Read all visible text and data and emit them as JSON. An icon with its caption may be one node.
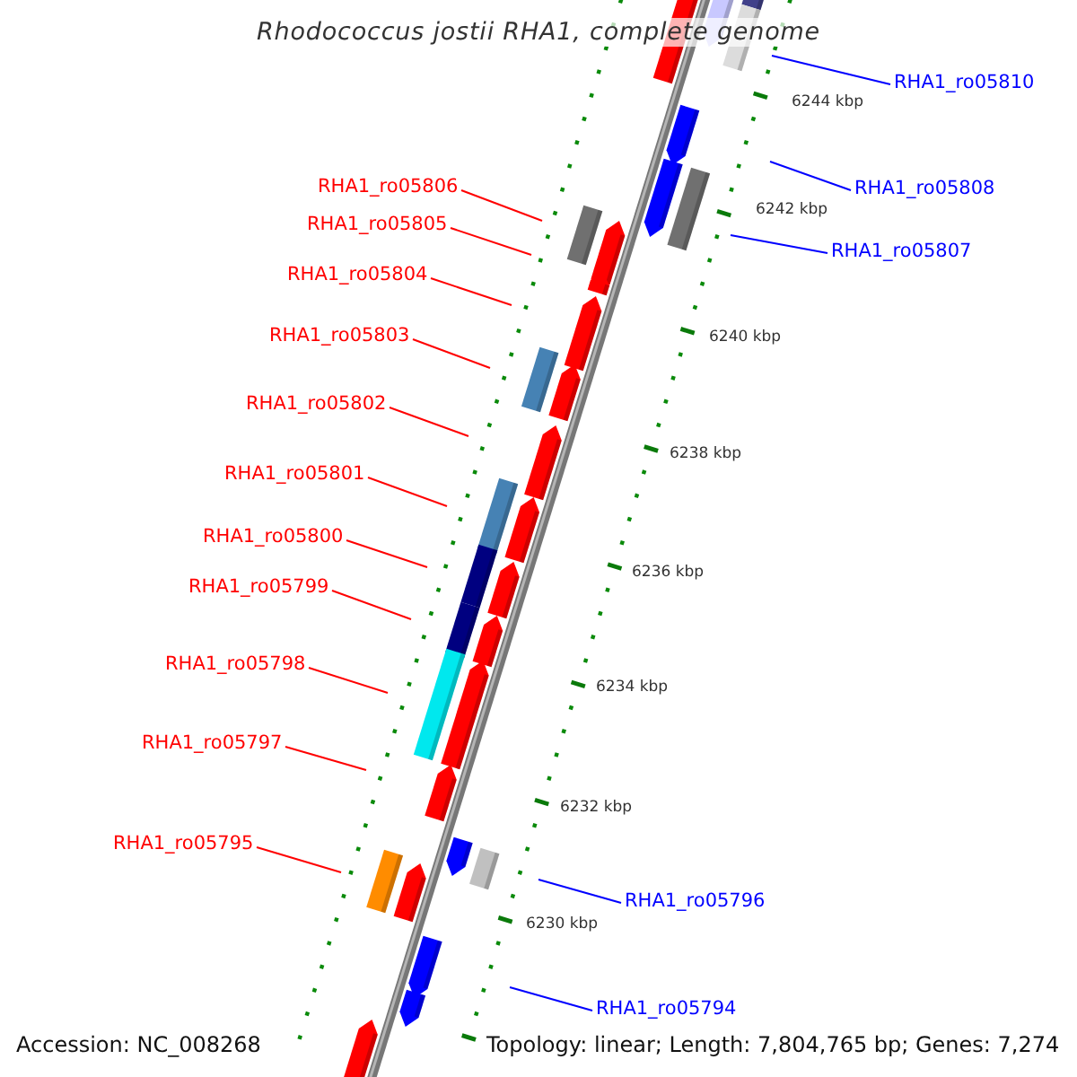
{
  "diagram": {
    "title": "Rhodococcus jostii RHA1, complete genome",
    "nodes": [
      {
        "text": [
          "RHA1_ro05810"
        ]
      },
      {
        "text": [
          "RHA1_ro05806"
        ]
      },
      {
        "text": [
          "RHA1_ro05808"
        ]
      },
      {
        "text": [
          "RHA1_ro05805"
        ]
      },
      {
        "text": [
          "RHA1_ro05807"
        ]
      },
      {
        "text": [
          "RHA1_ro05804"
        ]
      },
      {
        "text": [
          "RHA1_ro05803"
        ]
      },
      {
        "text": [
          "RHA1_ro05802"
        ]
      },
      {
        "text": [
          "RHA1_ro05801"
        ]
      },
      {
        "text": [
          "RHA1_ro05800"
        ]
      },
      {
        "text": [
          "RHA1_ro05799"
        ]
      },
      {
        "text": [
          "RHA1_ro05798"
        ]
      },
      {
        "text": [
          "RHA1_ro05797"
        ]
      },
      {
        "text": [
          "RHA1_ro05795"
        ]
      },
      {
        "text": [
          "RHA1_ro05796"
        ]
      },
      {
        "text": [
          "RHA1_ro05794"
        ]
      }
    ],
    "edges": [
      {
        "from": 0,
        "to": null,
        "arrow": "none",
        "color": "#0000ff"
      },
      {
        "from": 1,
        "to": null,
        "arrow": "none"
      },
      {
        "from": 2,
        "to": null,
        "arrow": "none",
        "color": "#0000ff"
      },
      {
        "from": 3,
        "to": null,
        "arrow": "none"
      },
      {
        "from": 4,
        "to": null,
        "arrow": "none",
        "color": "#0000ff"
      },
      {
        "from": 5,
        "to": null,
        "arrow": "none"
      },
      {
        "from": 6,
        "to": null,
        "arrow": "none"
      },
      {
        "from": 7,
        "to": null,
        "arrow": "none"
      },
      {
        "from": 8,
        "to": null,
        "arrow": "none"
      },
      {
        "from": 9,
        "to": null,
        "arrow": "none"
      },
      {
        "from": 10,
        "to": null,
        "arrow": "none"
      },
      {
        "from": 11,
        "to": null,
        "arrow": "none"
      },
      {
        "from": 12,
        "to": null,
        "arrow": "none"
      },
      {
        "from": 13,
        "to": null,
        "arrow": "none"
      },
      {
        "from": 14,
        "to": null,
        "arrow": "none",
        "color": "#0000ff"
      },
      {
        "from": 15,
        "to": null,
        "arrow": "none",
        "color": "#0000ff"
      }
    ],
    "labels": [
      "6244 kbp",
      "6242 kbp",
      "6240 kbp",
      "6238 kbp",
      "6236 kbp",
      "6234 kbp",
      "6232 kbp",
      "6230 kbp",
      "Accession: NC_008268",
      "Topology: linear; Length: 7,804,765 bp; Genes: 7,274"
    ]
  }
}
